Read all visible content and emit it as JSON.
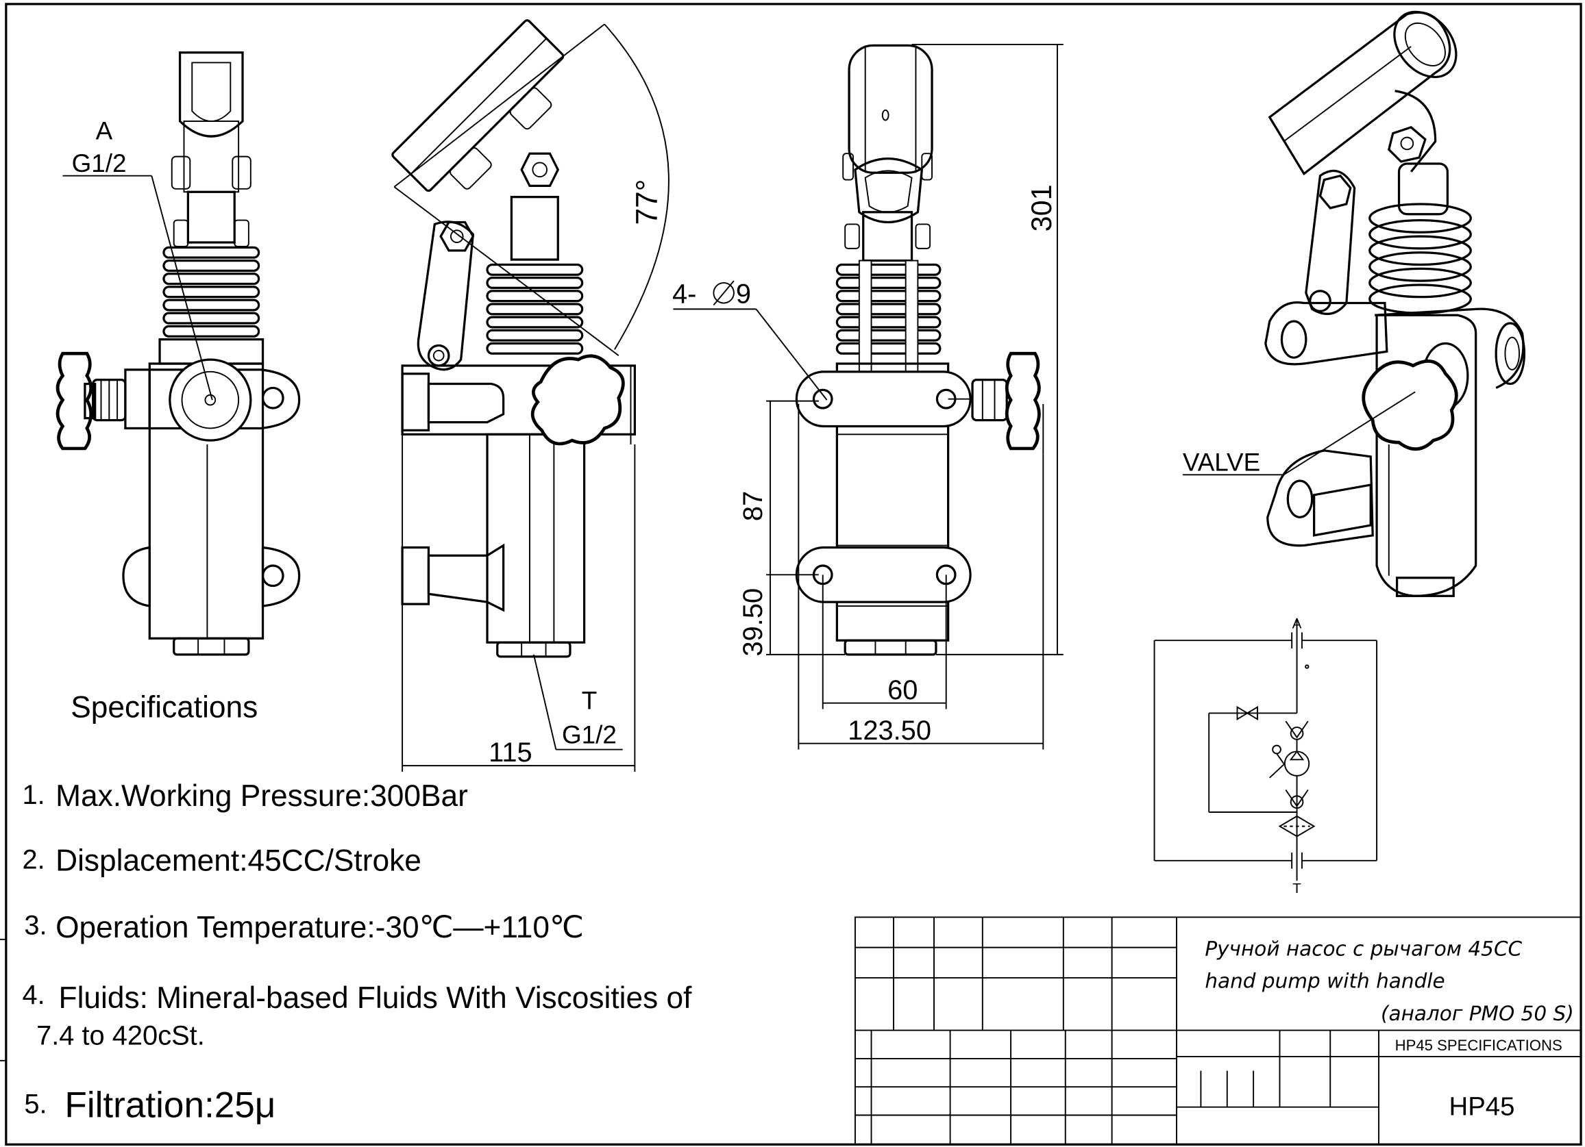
{
  "labels": {
    "port_a": "A",
    "port_a_thread": "G1/2",
    "port_t": "T",
    "port_t_thread": "G1/2",
    "angle": "77°",
    "holes": "4-",
    "holes_dia": "9",
    "valve": "VALVE"
  },
  "dimensions": {
    "width_side": "115",
    "height_total": "301",
    "hole_spacing_v": "87",
    "bottom_offset": "39.50",
    "hole_spacing_h": "60",
    "base_width": "123.50"
  },
  "specifications": {
    "heading": "Specifications",
    "items": [
      {
        "num": "1.",
        "text": "Max.Working Pressure:300Bar"
      },
      {
        "num": "2.",
        "text": "Displacement:45CC/Stroke"
      },
      {
        "num": "3.",
        "text": "Operation Temperature:-30℃—+110℃"
      },
      {
        "num": "4.",
        "text": "Fluids:   Mineral-based Fluids With Viscosities of",
        "text2": "7.4 to 420cSt."
      },
      {
        "num": "5.",
        "text": "Filtration:25μ"
      }
    ]
  },
  "schematic": {
    "top_port": "A",
    "bottom_port": "T"
  },
  "title_block": {
    "desc_ru": "Ручной насос с рычагом 45CC",
    "desc_en": "hand pump with handle",
    "desc_analog": "(аналог PMO 50 S)",
    "sheet_title": "HP45 SPECIFICATIONS",
    "model": "HP45"
  }
}
